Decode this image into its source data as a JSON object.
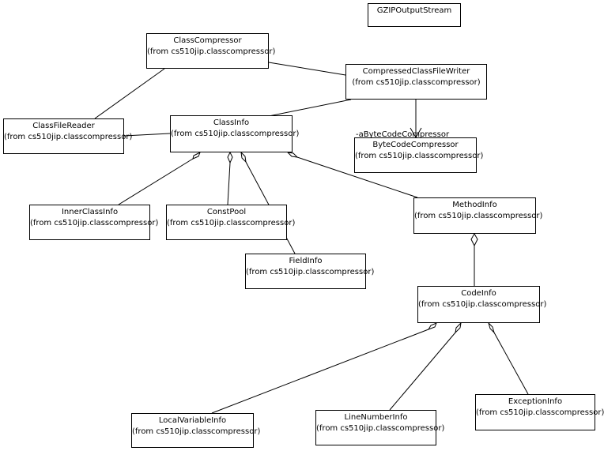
{
  "colors": {
    "line": "#000000",
    "background": "#ffffff"
  },
  "classes": {
    "gzip_output_stream": {
      "name": "GZIPOutputStream",
      "package": ""
    },
    "class_compressor": {
      "name": "ClassCompressor",
      "package": "(from cs510jip.classcompressor)"
    },
    "compressed_class_file_writer": {
      "name": "CompressedClassFileWriter",
      "package": "(from cs510jip.classcompressor)"
    },
    "class_file_reader": {
      "name": "ClassFileReader",
      "package": "(from cs510jip.classcompressor)"
    },
    "class_info": {
      "name": "ClassInfo",
      "package": "(from cs510jip.classcompressor)"
    },
    "byte_code_compressor": {
      "name": "ByteCodeCompressor",
      "package": "(from cs510jip.classcompressor)"
    },
    "inner_class_info": {
      "name": "InnerClassInfo",
      "package": "(from cs510jip.classcompressor)"
    },
    "const_pool": {
      "name": "ConstPool",
      "package": "(from cs510jip.classcompressor)"
    },
    "field_info": {
      "name": "FieldInfo",
      "package": "(from cs510jip.classcompressor)"
    },
    "method_info": {
      "name": "MethodInfo",
      "package": "(from cs510jip.classcompressor)"
    },
    "code_info": {
      "name": "CodeInfo",
      "package": "(from cs510jip.classcompressor)"
    },
    "local_variable_info": {
      "name": "LocalVariableInfo",
      "package": "(from cs510jip.classcompressor)"
    },
    "line_number_info": {
      "name": "LineNumberInfo",
      "package": "(from cs510jip.classcompressor)"
    },
    "exception_info": {
      "name": "ExceptionInfo",
      "package": "(from cs510jip.classcompressor)"
    }
  },
  "role_label": "-aByteCodeCompressor"
}
